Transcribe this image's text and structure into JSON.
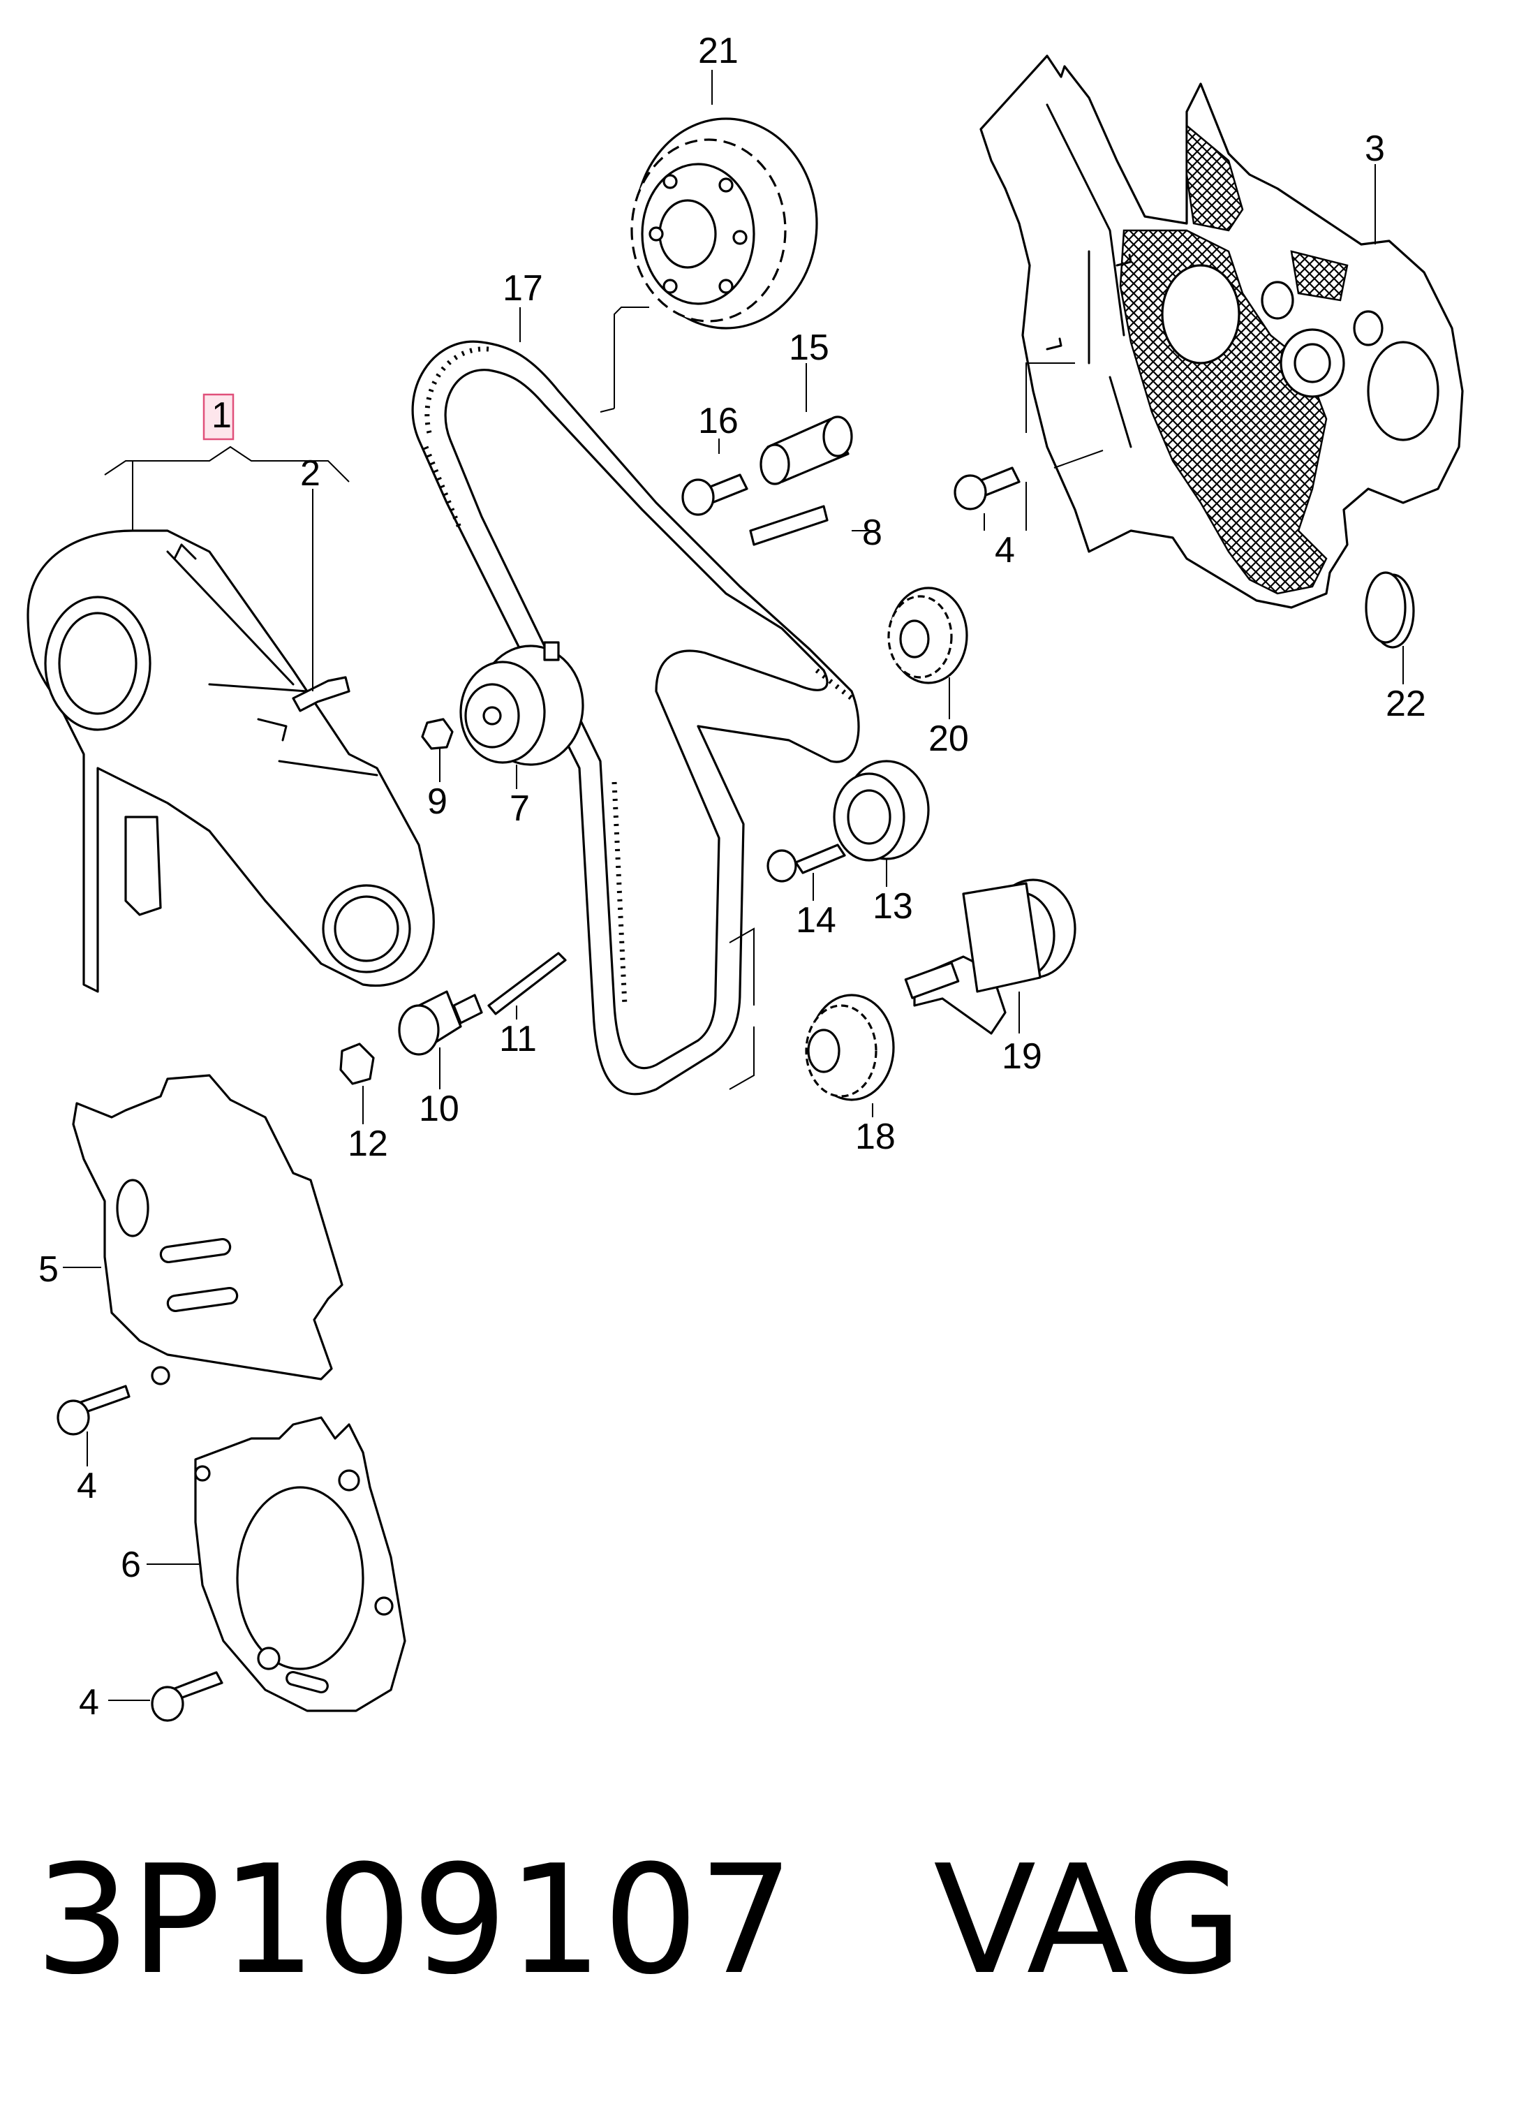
{
  "callouts": {
    "c1": "1",
    "c2": "2",
    "c3": "3",
    "c4a": "4",
    "c4b": "4",
    "c4c": "4",
    "c5": "5",
    "c6": "6",
    "c7": "7",
    "c8": "8",
    "c9": "9",
    "c10": "10",
    "c11": "11",
    "c12": "12",
    "c13": "13",
    "c14": "14",
    "c15": "15",
    "c16": "16",
    "c17": "17",
    "c18": "18",
    "c19": "19",
    "c20": "20",
    "c21": "21",
    "c22": "22"
  },
  "highlight_color": "#e0507a",
  "caption": {
    "part_number": "3P109107",
    "brand": "VAG"
  }
}
